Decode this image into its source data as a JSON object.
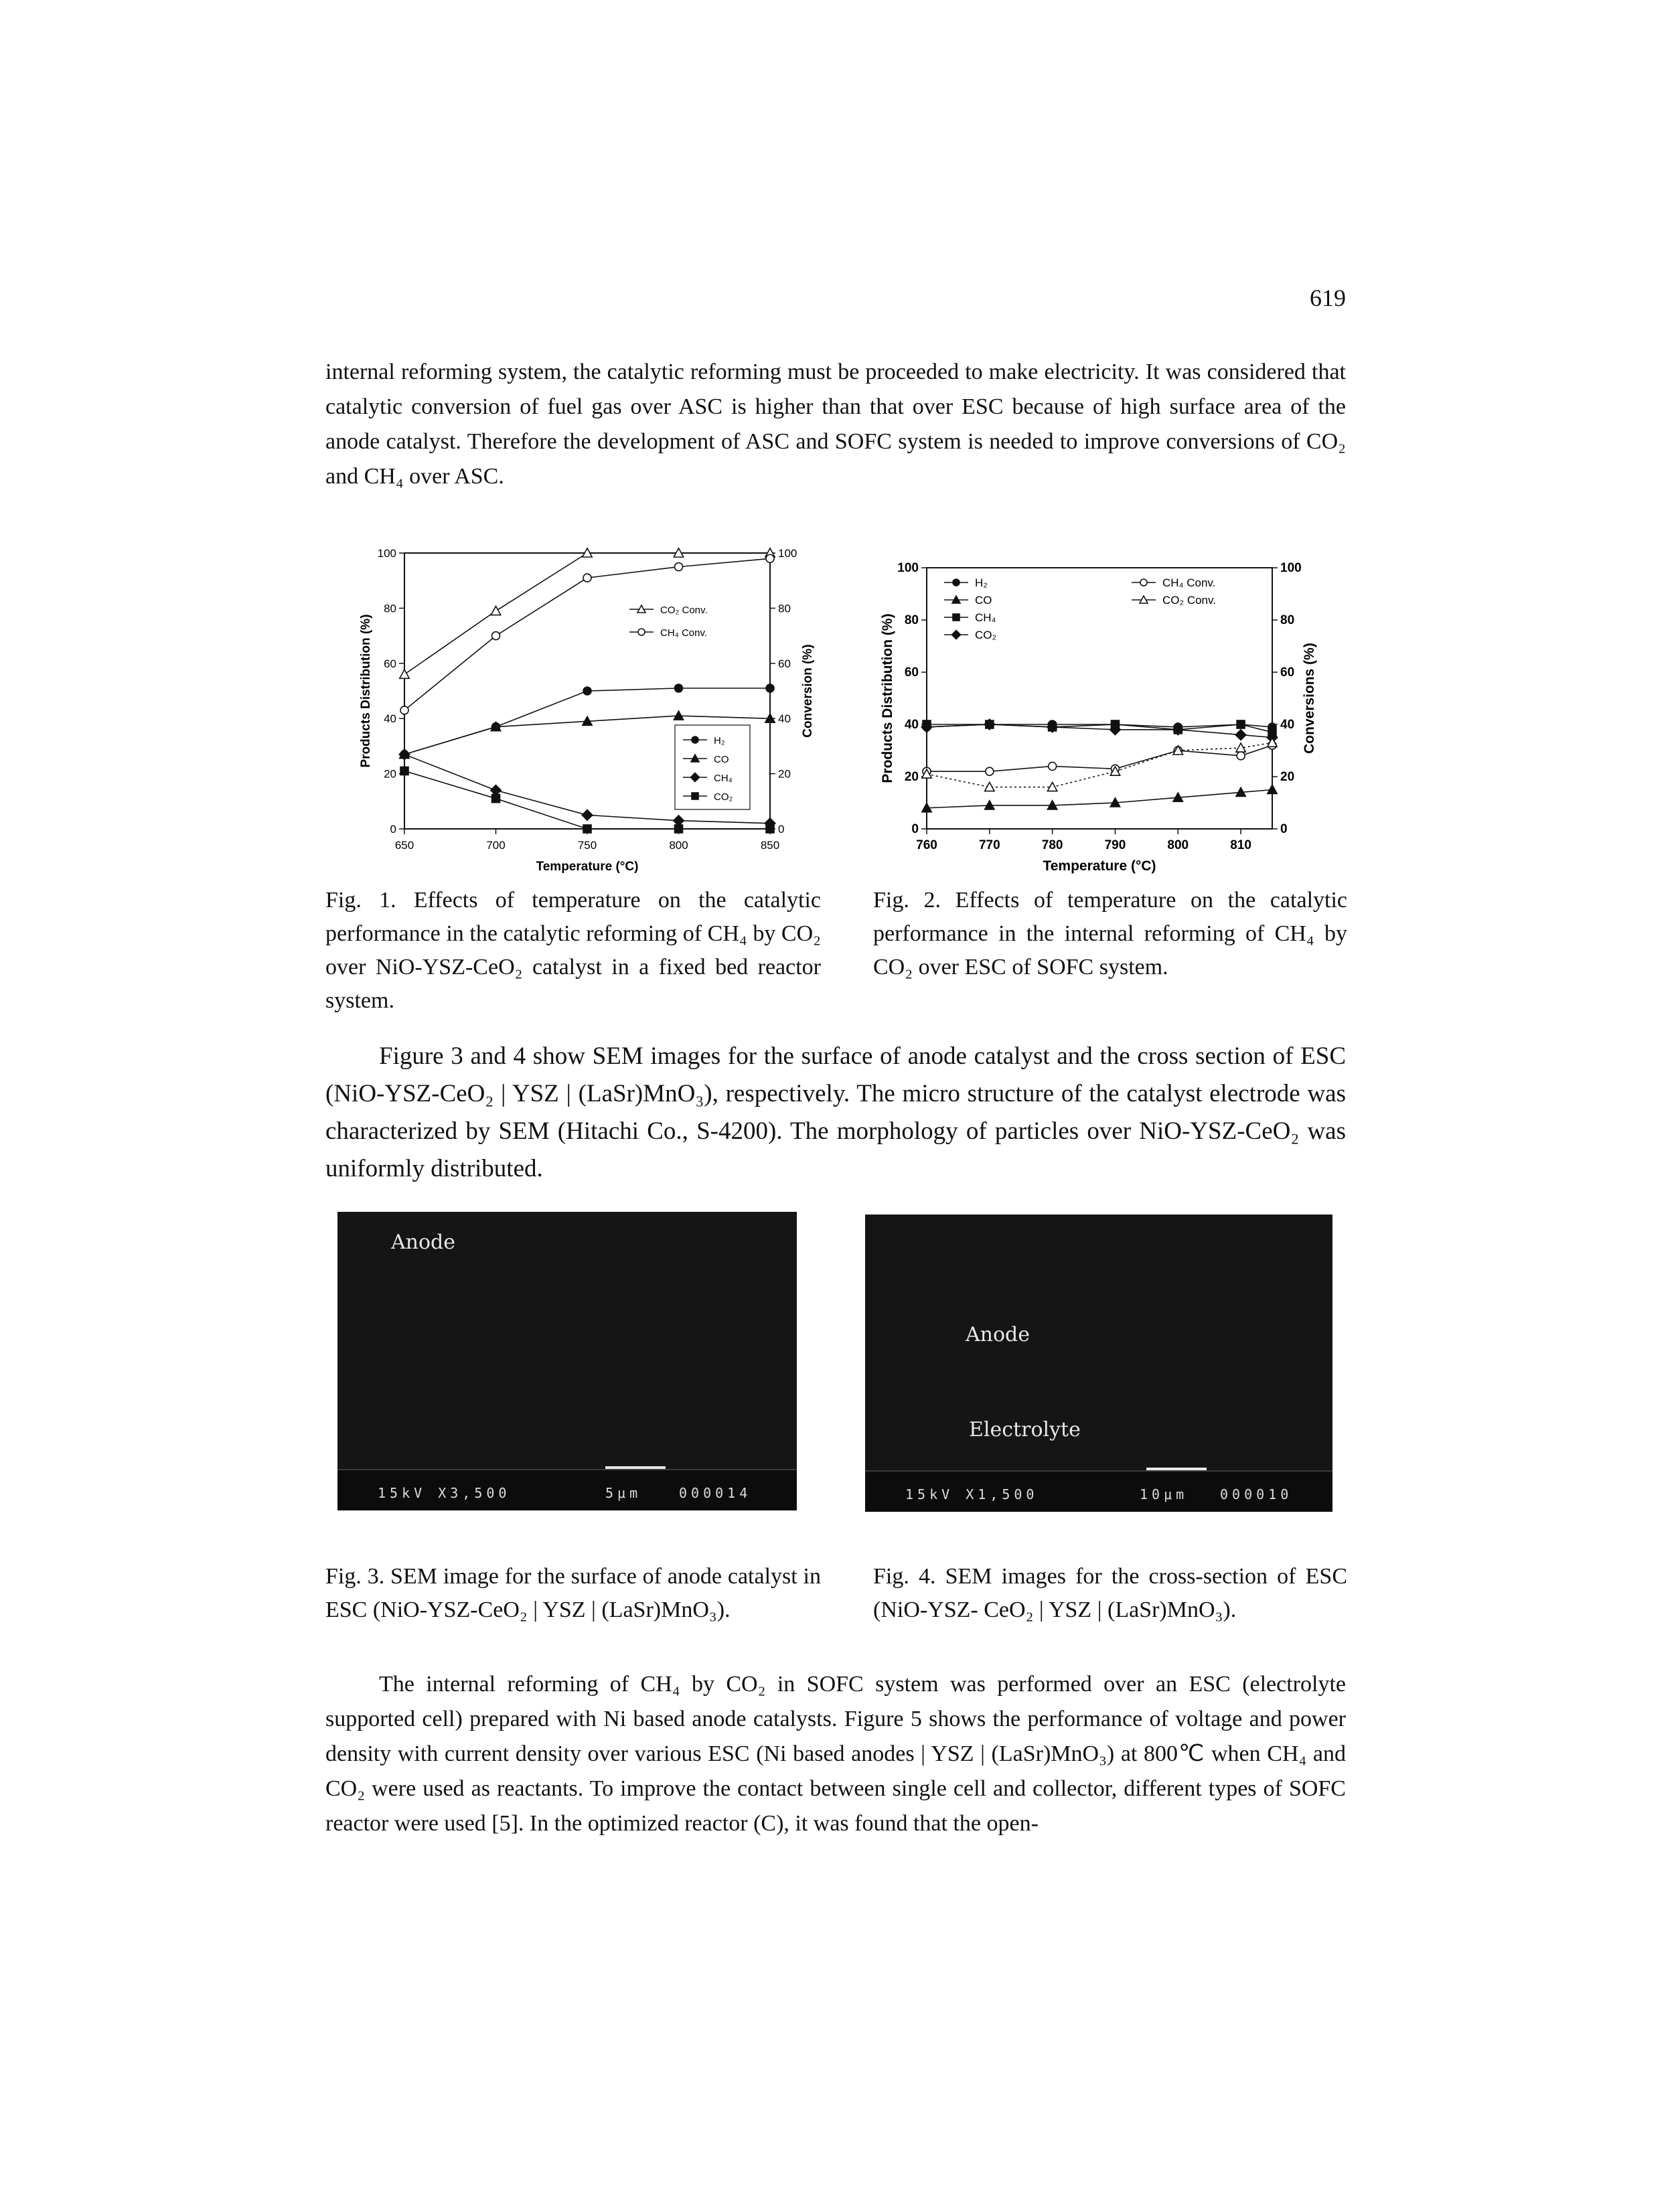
{
  "page_number": "619",
  "paragraph1": "internal reforming system, the catalytic reforming must be proceeded to make electricity. It was considered that catalytic conversion of fuel gas over ASC is higher than that over ESC because of high surface area of the anode catalyst. Therefore the development of ASC and SOFC system is needed to improve conversions of CO₂ and CH₄ over ASC.",
  "fig1_caption": "Fig. 1. Effects of temperature on the catalytic performance in the catalytic reforming of CH₄ by CO₂ over NiO-YSZ-CeO₂ catalyst in a fixed bed reactor system.",
  "fig2_caption": "Fig. 2. Effects of temperature on the catalytic performance in the internal reforming of CH₄ by CO₂ over ESC of SOFC system.",
  "paragraph2": "Figure 3 and 4 show SEM images for the surface of anode catalyst and the cross section of ESC (NiO-YSZ-CeO₂ | YSZ | (LaSr)MnO₃), respectively. The micro structure of the catalyst electrode was characterized by SEM (Hitachi Co., S-4200). The morphology of particles over NiO-YSZ-CeO₂ was uniformly distributed.",
  "fig3": {
    "label": "Anode",
    "info_left": "15kV X3,500",
    "info_scale": "5μm",
    "info_right": "000014"
  },
  "fig4": {
    "label_anode": "Anode",
    "label_electrolyte": "Electrolyte",
    "info_left": "15kV X1,500",
    "info_scale": "10μm",
    "info_right": "000010"
  },
  "fig3_caption": "Fig. 3. SEM image for the surface of anode catalyst in ESC (NiO-YSZ-CeO₂ | YSZ | (LaSr)MnO₃).",
  "fig4_caption": "Fig. 4. SEM images for the cross-section of ESC (NiO-YSZ- CeO₂ | YSZ | (LaSr)MnO₃).",
  "paragraph3": "The internal reforming of CH₄ by CO₂ in SOFC system was performed over an ESC (electrolyte supported cell) prepared with Ni based anode catalysts. Figure 5 shows the performance of voltage and power density with current density over various ESC (Ni based anodes | YSZ | (LaSr)MnO₃) at 800℃ when CH₄ and CO₂ were used as reactants. To improve the contact between single cell and collector, different types of SOFC reactor were used [5]. In the optimized reactor (C), it was found that the open-",
  "chart_data": [
    {
      "type": "line",
      "xlabel": "Temperature (°C)",
      "ylabel": "Products Distribution (%)",
      "y2label": "Conversion (%)",
      "xlim": [
        650,
        850
      ],
      "ylim": [
        0,
        100
      ],
      "y2lim": [
        0,
        100
      ],
      "xticks": [
        650,
        700,
        750,
        800,
        850
      ],
      "yticks": [
        0,
        20,
        40,
        60,
        80,
        100
      ],
      "y2ticks": [
        0,
        20,
        40,
        60,
        80,
        100
      ],
      "grid": false,
      "x": [
        650,
        700,
        750,
        800,
        850
      ],
      "series": [
        {
          "name": "CO₂ Conv.",
          "axis": "right",
          "marker": "triangle-open",
          "values": [
            56,
            79,
            100,
            100,
            100
          ]
        },
        {
          "name": "CH₄ Conv.",
          "axis": "right",
          "marker": "circle-open",
          "values": [
            43,
            70,
            91,
            95,
            98
          ]
        },
        {
          "name": "H₂",
          "axis": "left",
          "marker": "circle-filled",
          "values": [
            27,
            37,
            50,
            51,
            51
          ]
        },
        {
          "name": "CO",
          "axis": "left",
          "marker": "triangle-filled",
          "values": [
            27,
            37,
            39,
            41,
            40
          ]
        },
        {
          "name": "CH₄",
          "axis": "left",
          "marker": "diamond-filled",
          "values": [
            27,
            14,
            5,
            3,
            2
          ]
        },
        {
          "name": "CO₂",
          "axis": "left",
          "marker": "square-filled",
          "values": [
            21,
            11,
            0,
            0,
            0
          ]
        }
      ],
      "legend_position": "center-right"
    },
    {
      "type": "line",
      "xlabel": "Temperature (°C)",
      "ylabel": "Products Distribution (%)",
      "y2label": "Conversions (%)",
      "xlim": [
        760,
        815
      ],
      "ylim": [
        0,
        100
      ],
      "y2lim": [
        0,
        100
      ],
      "xticks": [
        760,
        770,
        780,
        790,
        800,
        810
      ],
      "yticks": [
        0,
        20,
        40,
        60,
        80,
        100
      ],
      "y2ticks": [
        0,
        20,
        40,
        60,
        80,
        100
      ],
      "grid": false,
      "x": [
        760,
        770,
        780,
        790,
        800,
        810,
        815
      ],
      "series": [
        {
          "name": "H₂",
          "axis": "left",
          "marker": "circle-filled",
          "values": [
            39,
            40,
            40,
            40,
            39,
            40,
            39
          ]
        },
        {
          "name": "CO",
          "axis": "left",
          "marker": "triangle-filled",
          "values": [
            8,
            9,
            9,
            10,
            12,
            14,
            15
          ]
        },
        {
          "name": "CH₄",
          "axis": "left",
          "marker": "square-filled",
          "values": [
            40,
            40,
            39,
            40,
            38,
            40,
            37
          ]
        },
        {
          "name": "CO₂",
          "axis": "left",
          "marker": "diamond-filled",
          "values": [
            39,
            40,
            39,
            38,
            38,
            36,
            35
          ]
        },
        {
          "name": "CH₄ Conv.",
          "axis": "right",
          "marker": "circle-open",
          "values": [
            22,
            22,
            24,
            23,
            30,
            28,
            32
          ]
        },
        {
          "name": "CO₂ Conv.",
          "axis": "right",
          "marker": "triangle-open",
          "values": [
            21,
            16,
            16,
            22,
            30,
            31,
            33
          ]
        }
      ],
      "legend_position": "top"
    }
  ]
}
